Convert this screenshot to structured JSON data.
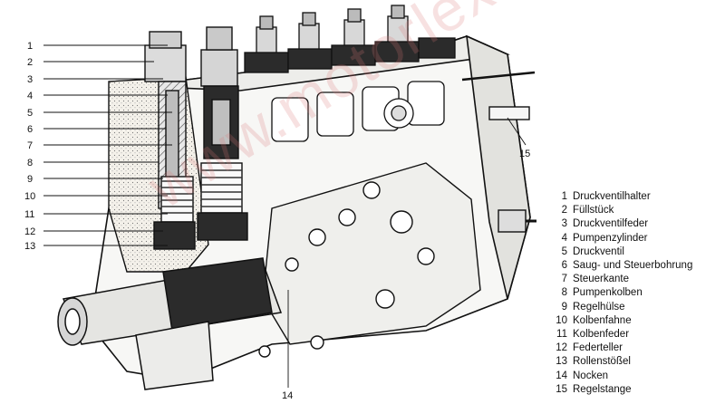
{
  "callouts": [
    "1",
    "2",
    "3",
    "4",
    "5",
    "6",
    "7",
    "8",
    "9",
    "10",
    "11",
    "12",
    "13",
    "14",
    "15"
  ],
  "legend": [
    {
      "num": "1",
      "label": "Druckventilhalter"
    },
    {
      "num": "2",
      "label": "Füllstück"
    },
    {
      "num": "3",
      "label": "Druckventilfeder"
    },
    {
      "num": "4",
      "label": "Pumpenzylinder"
    },
    {
      "num": "5",
      "label": "Druckventil"
    },
    {
      "num": "6",
      "label": "Saug- und Steuerbohrung"
    },
    {
      "num": "7",
      "label": "Steuerkante"
    },
    {
      "num": "8",
      "label": "Pumpenkolben"
    },
    {
      "num": "9",
      "label": "Regelhülse"
    },
    {
      "num": "10",
      "label": "Kolbenfahne"
    },
    {
      "num": "11",
      "label": "Kolbenfeder"
    },
    {
      "num": "12",
      "label": "Federteller"
    },
    {
      "num": "13",
      "label": "Rollenstößel"
    },
    {
      "num": "14",
      "label": "Nocken"
    },
    {
      "num": "15",
      "label": "Regelstange"
    }
  ],
  "watermark": "www.motorlexikon.de",
  "colors": {
    "line": "#111111",
    "section_fill": "#2b2b2b",
    "watermark": "#dc7878"
  }
}
